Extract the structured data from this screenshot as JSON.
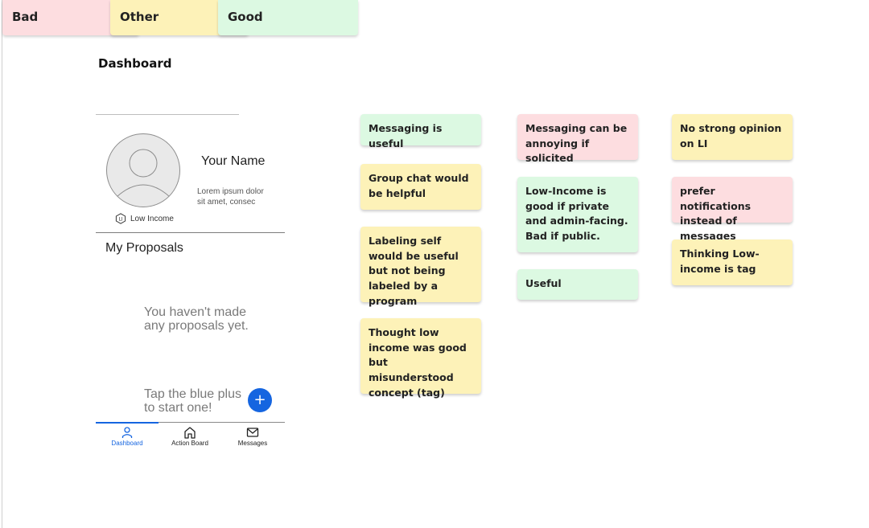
{
  "categories": [
    {
      "label": "Bad",
      "color": "#fddde0"
    },
    {
      "label": "Other",
      "color": "#fdf2b8"
    },
    {
      "label": "Good",
      "color": "#dcf9e2"
    }
  ],
  "phone": {
    "title": "Dashboard",
    "profile": {
      "name": "Your Name",
      "bio": "Lorem ipsum dolor sit amet, consec",
      "tag": "Low Income"
    },
    "proposals_heading": "My Proposals",
    "empty_message": "You haven't made any proposals yet.",
    "tap_message": "Tap the blue plus to start one!",
    "fab_label": "+",
    "accent": "#1565e0",
    "nav": [
      {
        "label": "Dashboard",
        "icon": "person-icon",
        "active": true
      },
      {
        "label": "Action Board",
        "icon": "home-icon",
        "active": false
      },
      {
        "label": "Messages",
        "icon": "mail-icon",
        "active": false
      }
    ]
  },
  "notes": {
    "column1": [
      {
        "text": "Messaging is useful",
        "category": "Good"
      },
      {
        "text": "Group chat would be helpful",
        "category": "Other"
      },
      {
        "text": "Labeling self would be useful but not being labeled by a program",
        "category": "Other"
      },
      {
        "text": "Thought low income was good but misunderstood concept (tag)",
        "category": "Other"
      }
    ],
    "column2": [
      {
        "text": "Messaging can be annoying if solicited",
        "category": "Bad"
      },
      {
        "text": "Low-Income is good if private and admin-facing. Bad if public.",
        "category": "Good"
      },
      {
        "text": "Useful",
        "category": "Good"
      }
    ],
    "column3": [
      {
        "text": "No strong opinion on LI",
        "category": "Other"
      },
      {
        "text": "prefer notifications instead of messages",
        "category": "Bad"
      },
      {
        "text": "Thinking Low-income is tag",
        "category": "Other"
      }
    ]
  }
}
